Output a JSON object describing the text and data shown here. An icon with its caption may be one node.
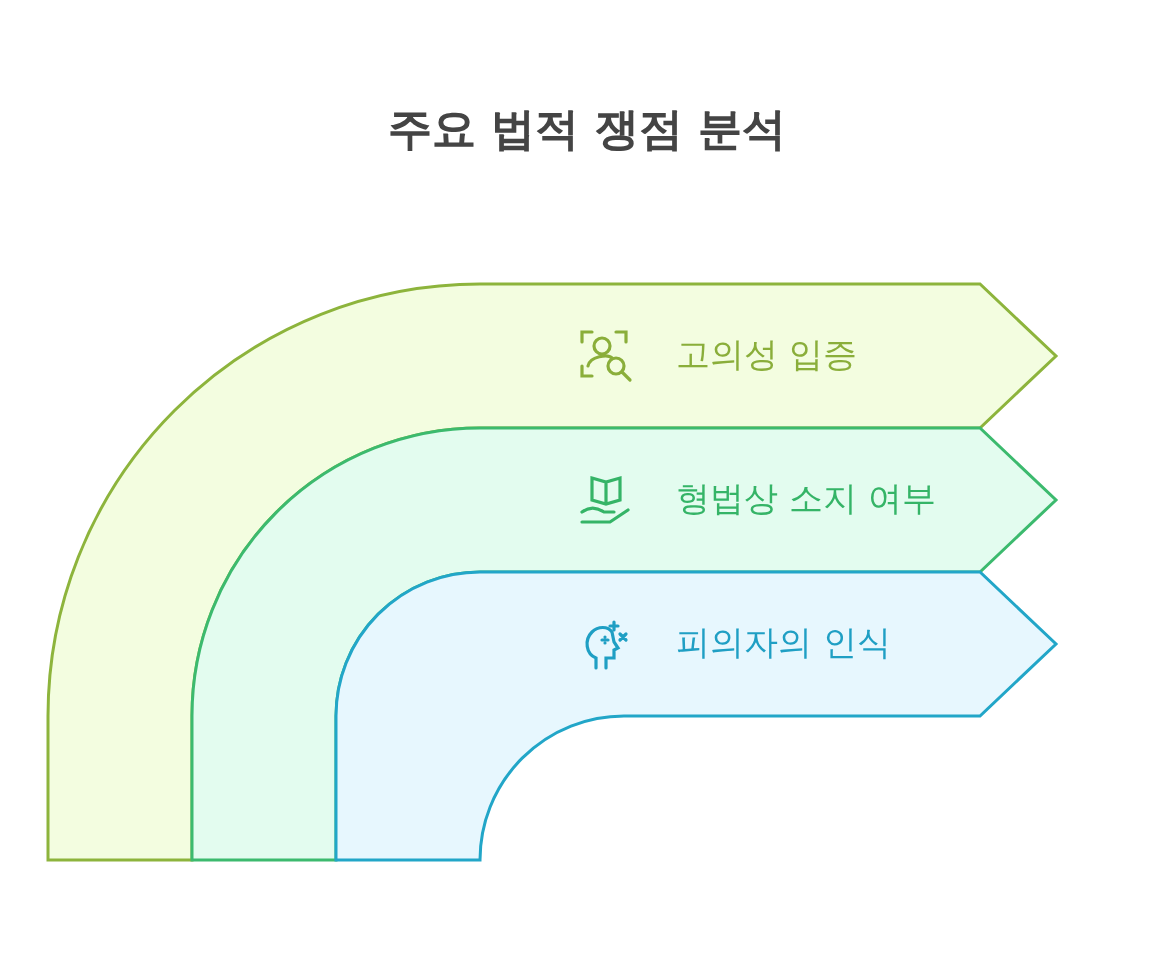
{
  "diagram": {
    "title": "주요 법적 쟁점 분석",
    "nodes": [
      {
        "text": [
          "고의성 입증"
        ]
      },
      {
        "text": [
          "형법상 소지 여부"
        ]
      },
      {
        "text": [
          "피의자의 인식"
        ]
      }
    ]
  }
}
